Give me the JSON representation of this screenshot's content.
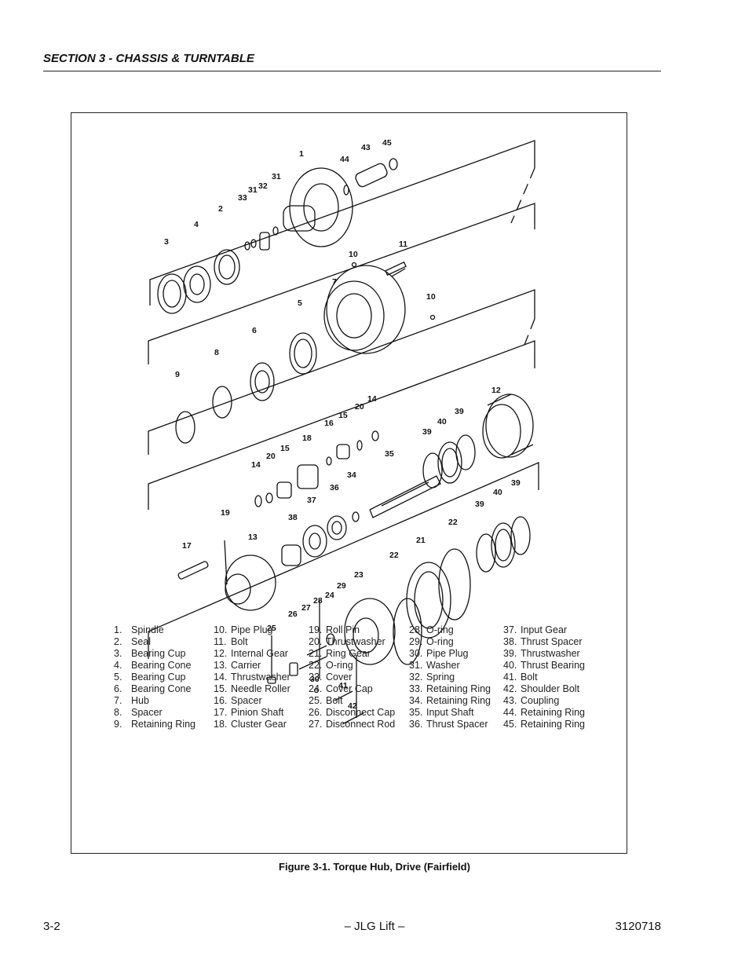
{
  "header": {
    "section_title": "SECTION 3 - CHASSIS & TURNTABLE"
  },
  "figure": {
    "caption": "Figure 3-1.  Torque Hub, Drive (Fairfield)",
    "callouts": [
      "1",
      "2",
      "3",
      "4",
      "5",
      "6",
      "7",
      "8",
      "9",
      "10",
      "10",
      "11",
      "12",
      "13",
      "14",
      "14",
      "15",
      "15",
      "16",
      "17",
      "18",
      "19",
      "20",
      "20",
      "21",
      "22",
      "22",
      "23",
      "24",
      "25",
      "26",
      "27",
      "28",
      "29",
      "30",
      "31",
      "31",
      "32",
      "33",
      "34",
      "35",
      "36",
      "37",
      "38",
      "39",
      "39",
      "39",
      "39",
      "40",
      "40",
      "41",
      "42",
      "43",
      "44",
      "45"
    ]
  },
  "legend": {
    "columns": [
      [
        {
          "num": "1.",
          "name": "Spindle"
        },
        {
          "num": "2.",
          "name": "Seal"
        },
        {
          "num": "3.",
          "name": "Bearing Cup"
        },
        {
          "num": "4.",
          "name": "Bearing Cone"
        },
        {
          "num": "5.",
          "name": "Bearing Cup"
        },
        {
          "num": "6.",
          "name": "Bearing Cone"
        },
        {
          "num": "7.",
          "name": "Hub"
        },
        {
          "num": "8.",
          "name": "Spacer"
        },
        {
          "num": "9.",
          "name": "Retaining Ring"
        }
      ],
      [
        {
          "num": "10.",
          "name": "Pipe Plug"
        },
        {
          "num": "11.",
          "name": "Bolt"
        },
        {
          "num": "12.",
          "name": "Internal Gear"
        },
        {
          "num": "13.",
          "name": "Carrier"
        },
        {
          "num": "14.",
          "name": "Thrustwasher"
        },
        {
          "num": "15.",
          "name": "Needle Roller"
        },
        {
          "num": "16.",
          "name": "Spacer"
        },
        {
          "num": "17.",
          "name": "Pinion Shaft"
        },
        {
          "num": "18.",
          "name": "Cluster Gear"
        }
      ],
      [
        {
          "num": "19.",
          "name": "Roll Pin"
        },
        {
          "num": "20.",
          "name": "Thrustwasher"
        },
        {
          "num": "21.",
          "name": "Ring Gear"
        },
        {
          "num": "22.",
          "name": "O-ring"
        },
        {
          "num": "23.",
          "name": "Cover"
        },
        {
          "num": "24.",
          "name": "Cover Cap"
        },
        {
          "num": "25.",
          "name": "Bolt"
        },
        {
          "num": "26.",
          "name": "Disconnect Cap"
        },
        {
          "num": "27.",
          "name": "Disconnect Rod"
        }
      ],
      [
        {
          "num": "28.",
          "name": "O-ring"
        },
        {
          "num": "29.",
          "name": "O-ring"
        },
        {
          "num": "30.",
          "name": "Pipe Plug"
        },
        {
          "num": "31.",
          "name": "Washer"
        },
        {
          "num": "32.",
          "name": "Spring"
        },
        {
          "num": "33.",
          "name": "Retaining Ring"
        },
        {
          "num": "34.",
          "name": "Retaining Ring"
        },
        {
          "num": "35.",
          "name": "Input Shaft"
        },
        {
          "num": "36.",
          "name": "Thrust Spacer"
        }
      ],
      [
        {
          "num": "37.",
          "name": "Input Gear"
        },
        {
          "num": "38.",
          "name": "Thrust Spacer"
        },
        {
          "num": "39.",
          "name": "Thrustwasher"
        },
        {
          "num": "40.",
          "name": "Thrust Bearing"
        },
        {
          "num": "41.",
          "name": "Bolt"
        },
        {
          "num": "42.",
          "name": "Shoulder Bolt"
        },
        {
          "num": "43.",
          "name": "Coupling"
        },
        {
          "num": "44.",
          "name": "Retaining Ring"
        },
        {
          "num": "45.",
          "name": "Retaining Ring"
        }
      ]
    ]
  },
  "footer": {
    "page_number": "3-2",
    "center_text": "– JLG Lift –",
    "doc_number": "3120718"
  }
}
